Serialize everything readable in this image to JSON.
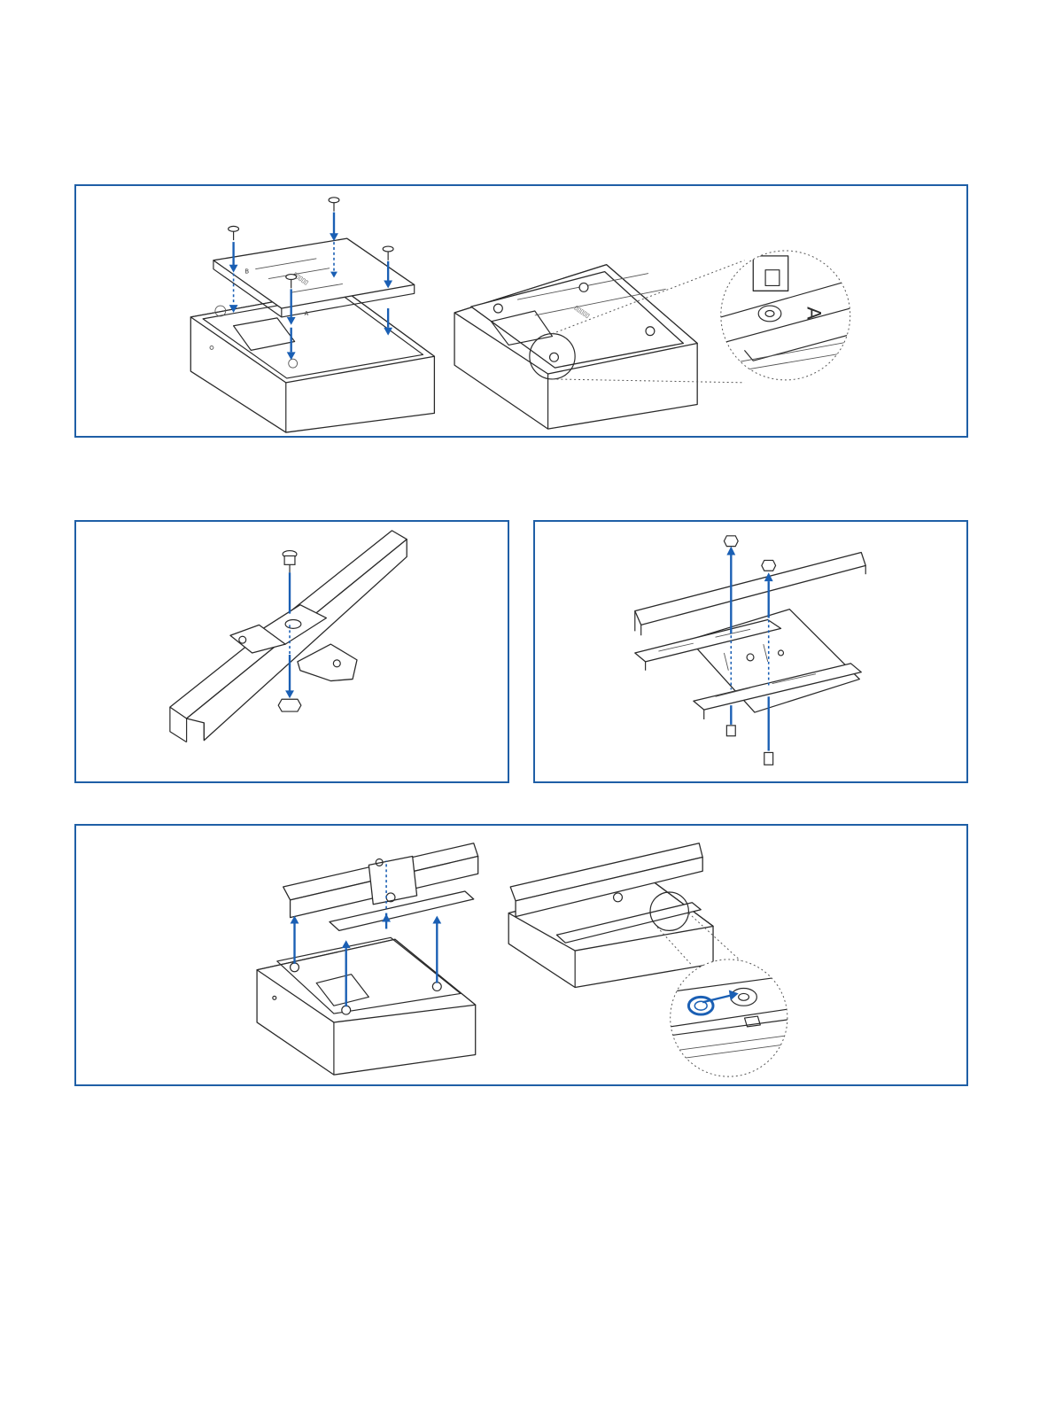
{
  "figure": {
    "border_color": "#1f5fa6",
    "arrow_color": "#1a5fb4",
    "panels": [
      {
        "id": "panel-1",
        "content": "bracket mounted onto device base with four screws; zoomed detail of screw near marking A"
      },
      {
        "id": "panel-2",
        "content": "square rail clamp fastened with screw and nut"
      },
      {
        "id": "panel-3",
        "content": "rail bracket with two nuts and two screws"
      },
      {
        "id": "panel-4",
        "content": "device slid onto rail bracket; zoomed detail with slide direction arrow"
      }
    ],
    "markings": {
      "a": "A",
      "b": "B"
    }
  }
}
